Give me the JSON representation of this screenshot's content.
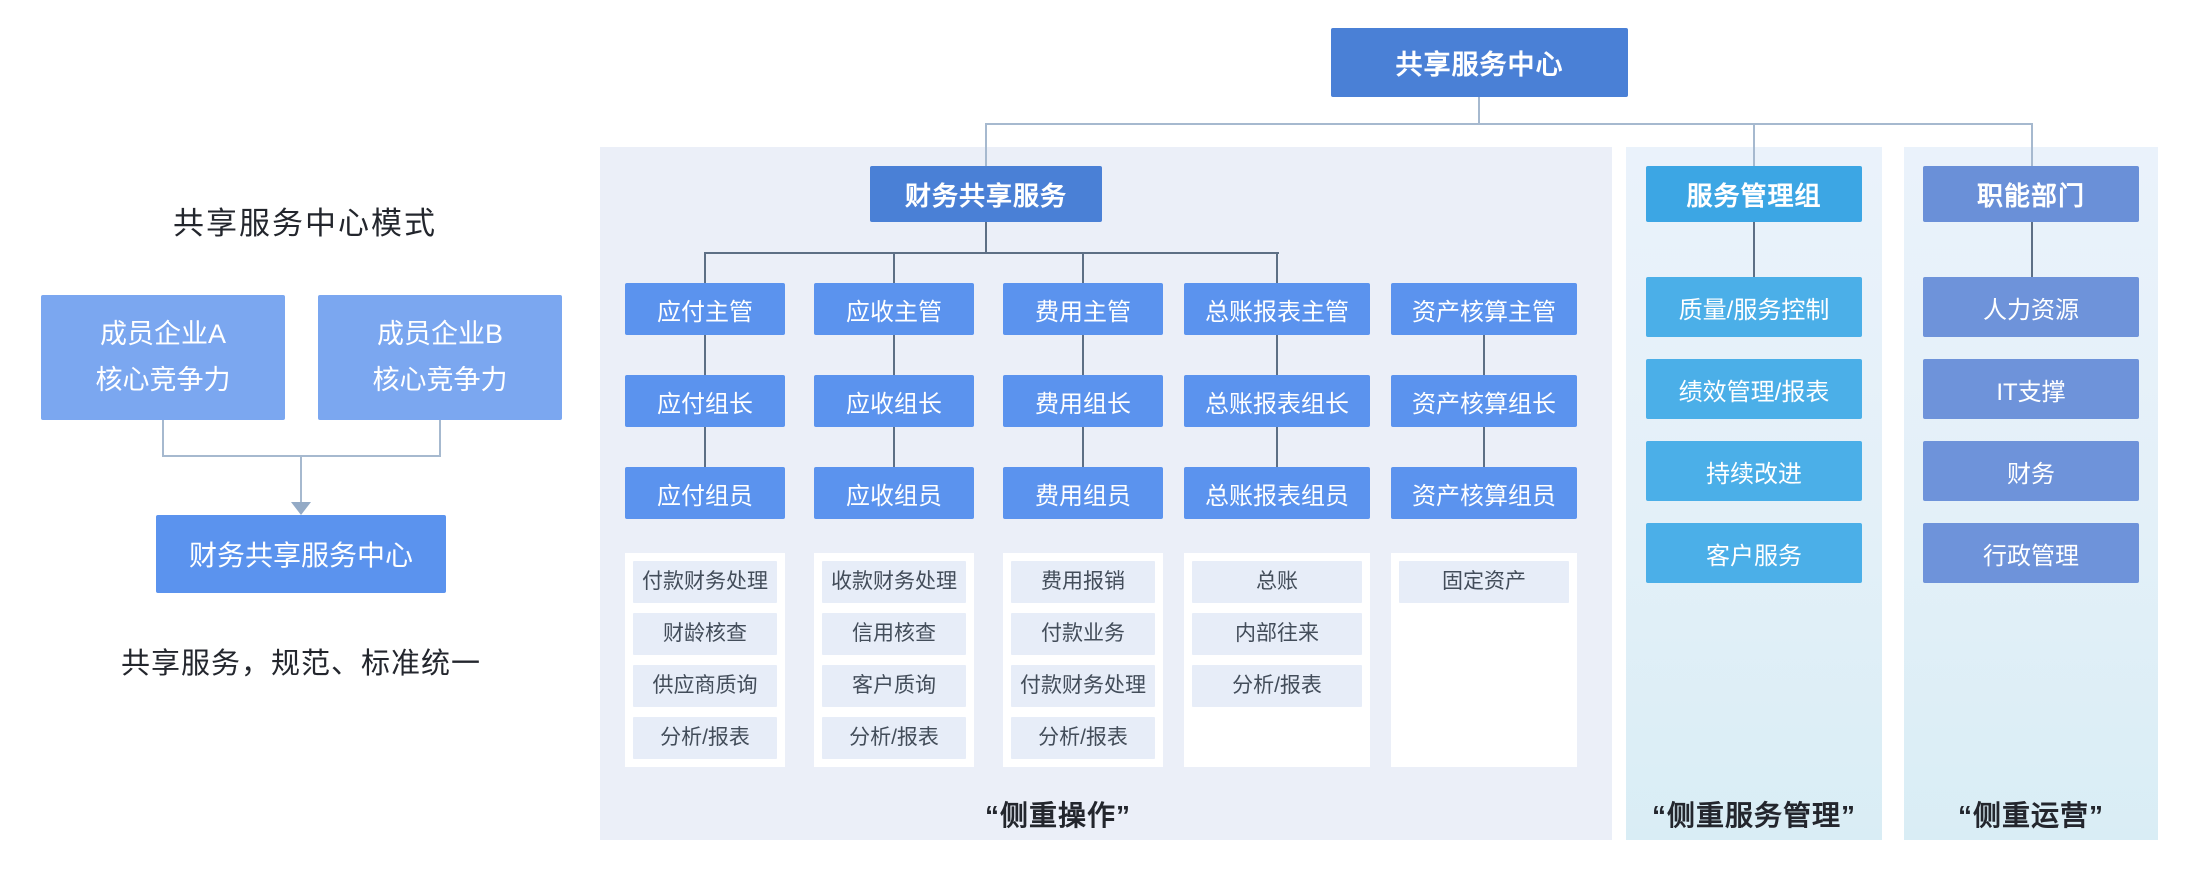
{
  "root_label": "共享服务中心",
  "left_section": {
    "title": "共享服务中心模式",
    "box_a": {
      "line1": "成员企业A",
      "line2": "核心竞争力"
    },
    "box_b": {
      "line1": "成员企业B",
      "line2": "核心竞争力"
    },
    "center_box": "财务共享服务中心",
    "caption": "共享服务，规范、标准统一"
  },
  "finance_panel": {
    "header": "财务共享服务",
    "columns": [
      {
        "manager": "应付主管",
        "leader": "应付组长",
        "member": "应付组员",
        "tasks": [
          "付款财务处理",
          "财龄核查",
          "供应商质询",
          "分析/报表"
        ]
      },
      {
        "manager": "应收主管",
        "leader": "应收组长",
        "member": "应收组员",
        "tasks": [
          "收款财务处理",
          "信用核查",
          "客户质询",
          "分析/报表"
        ]
      },
      {
        "manager": "费用主管",
        "leader": "费用组长",
        "member": "费用组员",
        "tasks": [
          "费用报销",
          "付款业务",
          "付款财务处理",
          "分析/报表"
        ]
      },
      {
        "manager": "总账报表主管",
        "leader": "总账报表组长",
        "member": "总账报表组员",
        "tasks": [
          "总账",
          "内部往来",
          "分析/报表"
        ]
      },
      {
        "manager": "资产核算主管",
        "leader": "资产核算组长",
        "member": "资产核算组员",
        "tasks": [
          "固定资产"
        ]
      }
    ],
    "footer": "“侧重操作”"
  },
  "service_panel": {
    "header": "服务管理组",
    "items": [
      "质量/服务控制",
      "绩效管理/报表",
      "持续改进",
      "客户服务"
    ],
    "footer": "“侧重服务管理”"
  },
  "function_panel": {
    "header": "职能部门",
    "items": [
      "人力资源",
      "IT支撑",
      "财务",
      "行政管理"
    ],
    "footer": "“侧重运营”"
  },
  "colors": {
    "root_blue": "#4a80d6",
    "mid_blue": "#5b93ee",
    "member_light_blue": "#7ba7f0",
    "service_header_cyan": "#3ca6e4",
    "service_item_cyan": "#4bafe8",
    "function_header_indigo": "#6a90d8",
    "function_item_indigo": "#6e93da",
    "finance_panel_bg": "#ebeff8",
    "side_panel_bg_top": "#eaf2fb",
    "side_panel_bg_bottom": "#d9edf5",
    "chip_bg": "#e7edf8",
    "connector_light": "#a6b9cf",
    "connector_dark": "#5d6f85",
    "text_dark": "#23262d"
  }
}
